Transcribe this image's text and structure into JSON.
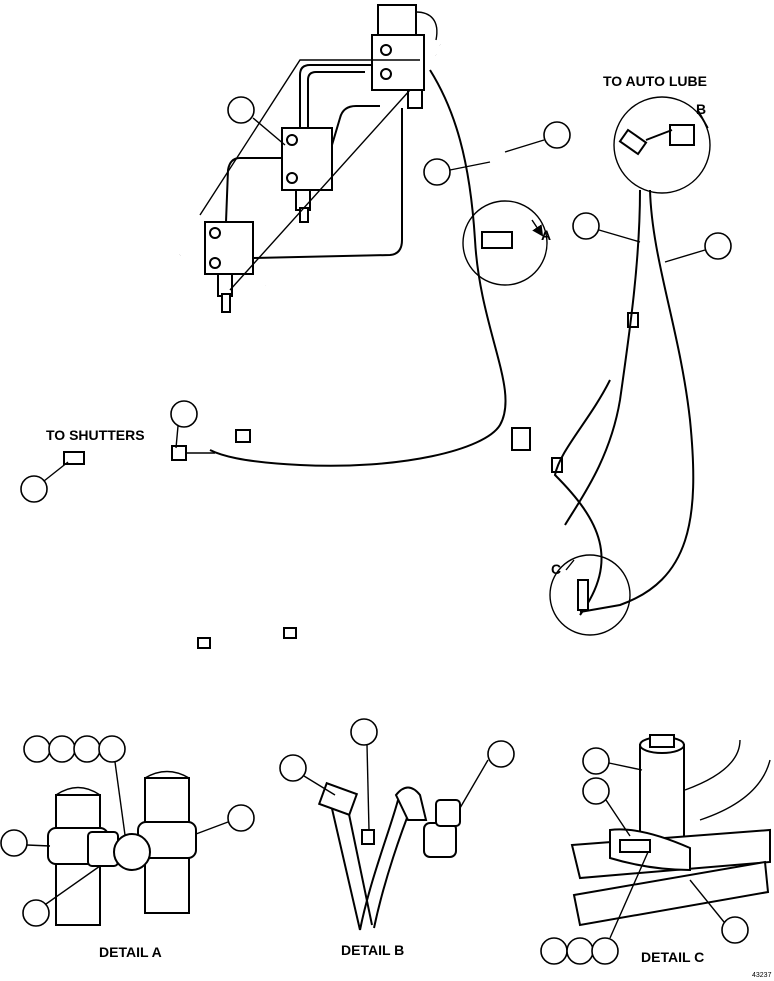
{
  "labels": {
    "to_auto_lube": "TO AUTO LUBE",
    "to_shutters": "TO SHUTTERS",
    "detail_a": "DETAIL A",
    "detail_b": "DETAIL B",
    "detail_c": "DETAIL C",
    "view_a": "A",
    "view_b": "B",
    "view_c": "C",
    "figure_number": "43237"
  }
}
